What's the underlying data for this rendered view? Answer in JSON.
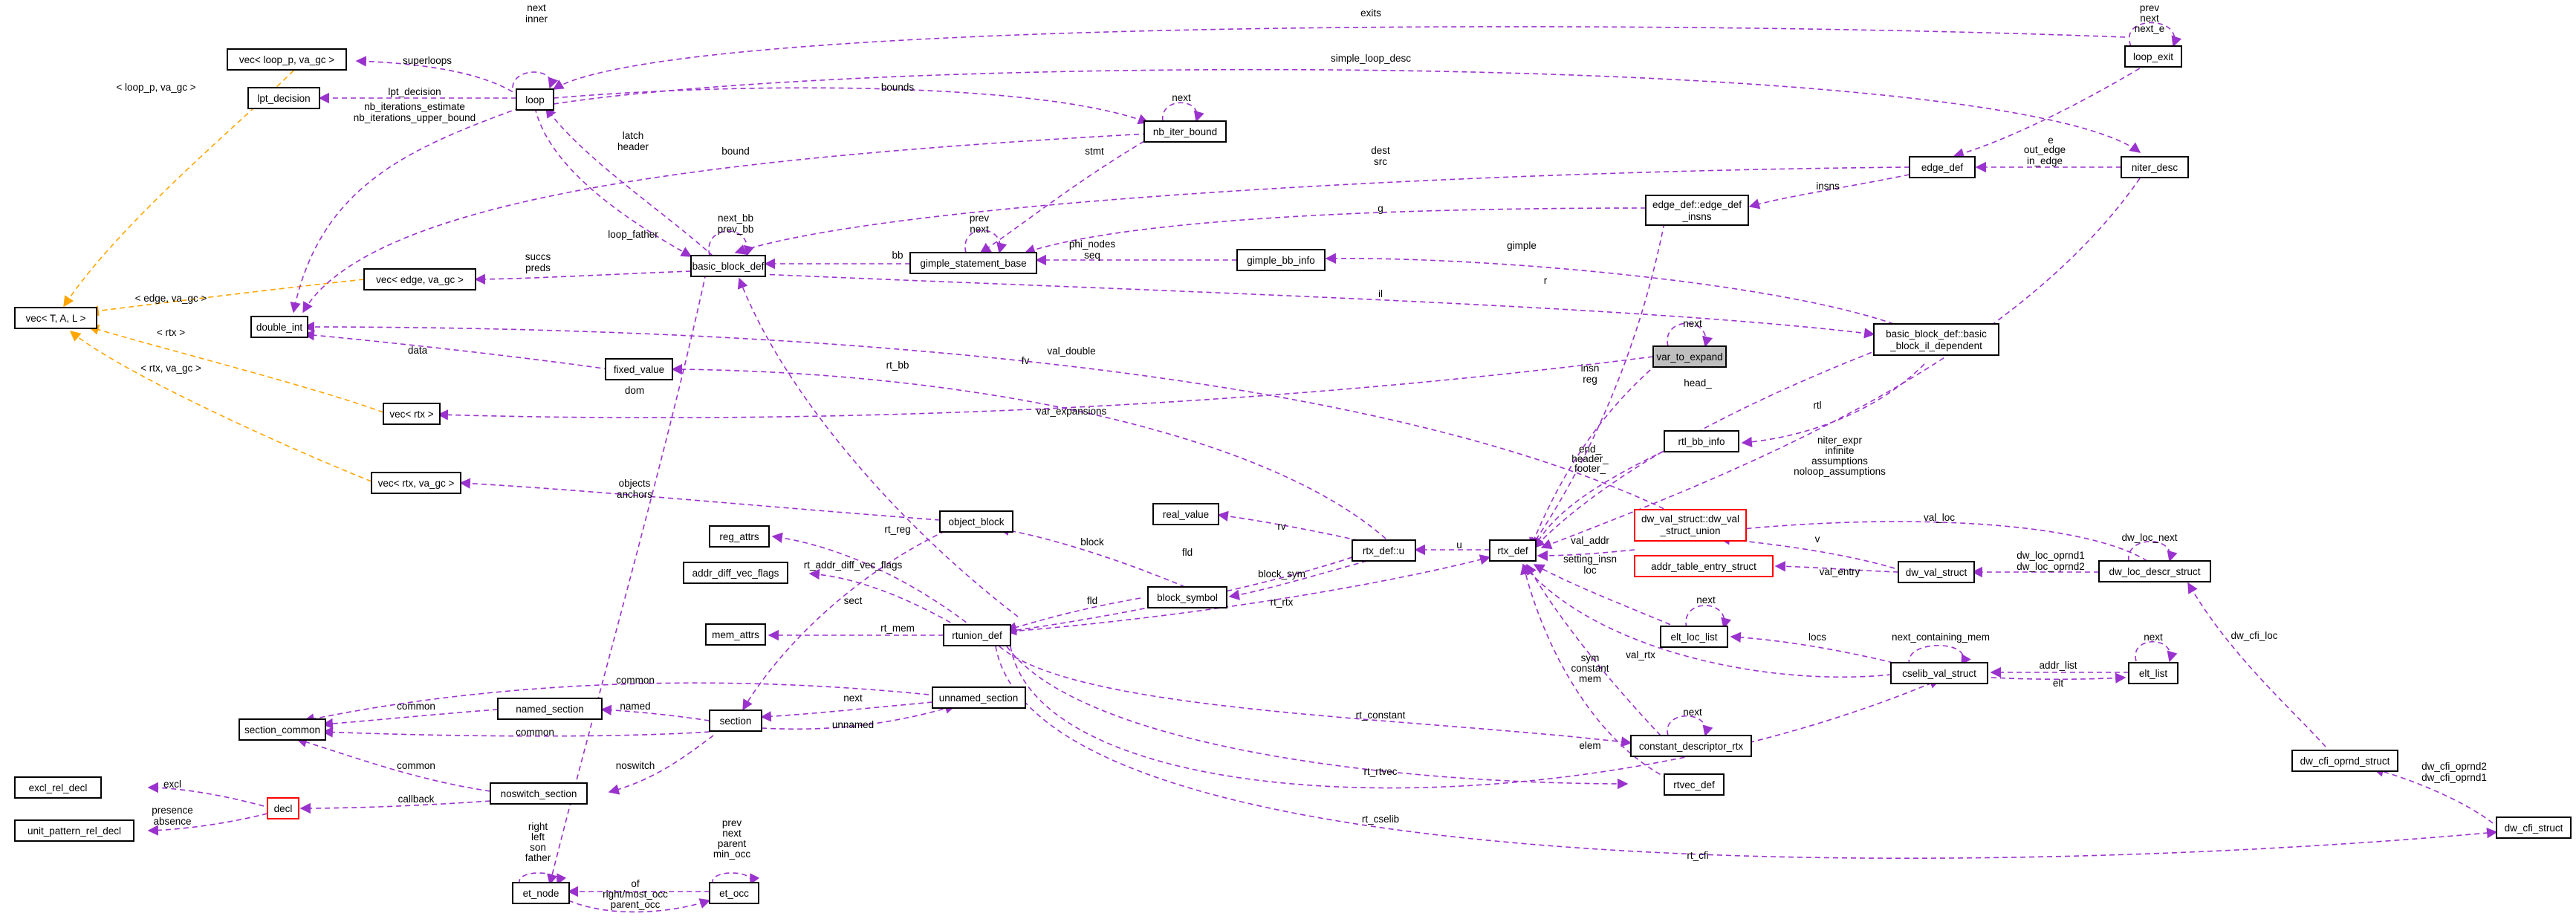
{
  "colors": {
    "purple_edge": "#9a32cd",
    "orange_edge": "#ffa500",
    "node_border": "#000000",
    "red_border": "#ff0000",
    "highlight_fill": "#bfbfbf"
  },
  "nodes": {
    "vec_loop": "vec< loop_p, va_gc >",
    "loop": "loop",
    "lpt_decision": "lpt_decision",
    "nb_iter_bound": "nb_iter_bound",
    "loop_exit": "loop_exit",
    "edge_def": "edge_def",
    "niter_desc": "niter_desc",
    "edge_def_insns_1": "edge_def::edge_def",
    "edge_def_insns_2": "_insns",
    "basic_block_def": "basic_block_def",
    "gimple_statement_base": "gimple_statement_base",
    "gimple_bb_info": "gimple_bb_info",
    "vec_edge": "vec< edge, va_gc >",
    "vec_T": "vec< T, A, L >",
    "double_int": "double_int",
    "fixed_value": "fixed_value",
    "var_to_expand": "var_to_expand",
    "bbdef_il_1": "basic_block_def::basic",
    "bbdef_il_2": "_block_il_dependent",
    "vec_rtx": "vec< rtx >",
    "rtl_bb_info": "rtl_bb_info",
    "vec_rtx_va_gc": "vec< rtx, va_gc >",
    "object_block": "object_block",
    "real_value": "real_value",
    "rtx_def_u": "rtx_def::u",
    "rtx_def": "rtx_def",
    "dw_val_union_1": "dw_val_struct::dw_val",
    "dw_val_union_2": "_struct_union",
    "addr_table_entry": "addr_table_entry_struct",
    "dw_val_struct": "dw_val_struct",
    "dw_loc_descr": "dw_loc_descr_struct",
    "reg_attrs": "reg_attrs",
    "addr_diff_vec_flags": "addr_diff_vec_flags",
    "block_symbol": "block_symbol",
    "mem_attrs": "mem_attrs",
    "rtunion_def": "rtunion_def",
    "elt_loc_list": "elt_loc_list",
    "cselib_val_struct": "cselib_val_struct",
    "elt_list": "elt_list",
    "section_common": "section_common",
    "named_section": "named_section",
    "section": "section",
    "unnamed_section": "unnamed_section",
    "constant_descriptor_rtx": "constant_descriptor_rtx",
    "excl_rel_decl": "excl_rel_decl",
    "decl": "decl",
    "noswitch_section": "noswitch_section",
    "unit_pattern_rel_decl": "unit_pattern_rel_decl",
    "rtvec_def": "rtvec_def",
    "dw_cfi_oprnd_struct": "dw_cfi_oprnd_struct",
    "et_node": "et_node",
    "et_occ": "et_occ",
    "dw_cfi_struct": "dw_cfi_struct"
  },
  "edge_labels": {
    "exits": "exits",
    "superloops": "superloops",
    "next_inner": [
      "next",
      "inner"
    ],
    "simple_loop_desc": "simple_loop_desc",
    "prev_next_next_e": [
      "prev",
      "next",
      "next_e"
    ],
    "loop_p_va_gc": "< loop_p, va_gc >",
    "bounds": "bounds",
    "lpt_decision_lbl": "lpt_decision",
    "nb_iter_lbls": [
      "nb_iterations_estimate",
      "nb_iterations_upper_bound"
    ],
    "nb_next": "next",
    "e": "e",
    "latch_header": [
      "latch",
      "header"
    ],
    "bound": "bound",
    "stmt": "stmt",
    "dest_src": [
      "dest",
      "src"
    ],
    "out_in_edge": [
      "out_edge",
      "in_edge"
    ],
    "insns": "insns",
    "next_bb_prev_bb": [
      "next_bb",
      "prev_bb"
    ],
    "loop_father": "loop_father",
    "g": "g",
    "prev_next": [
      "prev",
      "next"
    ],
    "succs_preds": [
      "succs",
      "preds"
    ],
    "bb": "bb",
    "phi_nodes_seq": [
      "phi_nodes",
      "seq"
    ],
    "gimple": "gimple",
    "edge_va_gc": "< edge, va_gc >",
    "il": "il",
    "r": "r",
    "rtx_lbl": "< rtx >",
    "data": "data",
    "val_double": "val_double",
    "vte_next": "next",
    "rtx_va_gc": "< rtx, va_gc >",
    "dom": "dom",
    "rt_bb": "rt_bb",
    "fv": "fv",
    "insn_reg": [
      "insn",
      "reg"
    ],
    "head": "head_",
    "var_expansions": "var_expansions",
    "rtl": "rtl",
    "end_header_footer": [
      "end_",
      "header_",
      "footer_"
    ],
    "niter_lbls": [
      "niter_expr",
      "infinite",
      "assumptions",
      "noloop_assumptions"
    ],
    "objects_anchors": [
      "objects",
      "anchors"
    ],
    "rt_reg": "rt_reg",
    "rv": "rv",
    "u": "u",
    "val_addr": "val_addr",
    "val_loc": "val_loc",
    "dw_loc_next": "dw_loc_next",
    "rt_addr_diff": "rt_addr_diff_vec_flags",
    "block": "block",
    "fld1": "fld",
    "block_sym": "block_sym",
    "setting_insn_loc": [
      "setting_insn",
      "loc"
    ],
    "v": "v",
    "val_entry": "val_entry",
    "dw_loc_oprnd": [
      "dw_loc_oprnd1",
      "dw_loc_oprnd2"
    ],
    "sect": "sect",
    "rt_mem": "rt_mem",
    "fld2": "fld",
    "rt_rtx": "rt_rtx",
    "elt_next": "next",
    "locs": "locs",
    "next_containing_mem": "next_containing_mem",
    "elt_list_next": "next",
    "dw_cfi_loc": "dw_cfi_loc",
    "addr_list": "addr_list",
    "elt": "elt",
    "common1": "common",
    "common2": "common",
    "common3": "common",
    "common4": "common",
    "named": "named",
    "next_us": "next",
    "unnamed": "unnamed",
    "val_rtx": "val_rtx",
    "sym_constant_mem": [
      "sym",
      "constant",
      "mem"
    ],
    "cdr_next": "next",
    "rt_constant": "rt_constant",
    "excl": "excl",
    "noswitch": "noswitch",
    "callback": "callback",
    "presence_absence": [
      "presence",
      "absence"
    ],
    "elem": "elem",
    "rt_rtvec": "rt_rtvec",
    "dw_cfi_oprnd": [
      "dw_cfi_oprnd2",
      "dw_cfi_oprnd1"
    ],
    "right_left_son_father": [
      "right",
      "left",
      "son",
      "father"
    ],
    "prev_next_parent_min": [
      "prev",
      "next",
      "parent",
      "min_occ"
    ],
    "rt_cselib": "rt_cselib",
    "of_rmo_po": [
      "of",
      "right/most_occ",
      "parent_occ"
    ],
    "rt_cfi": "rt_cfi"
  }
}
